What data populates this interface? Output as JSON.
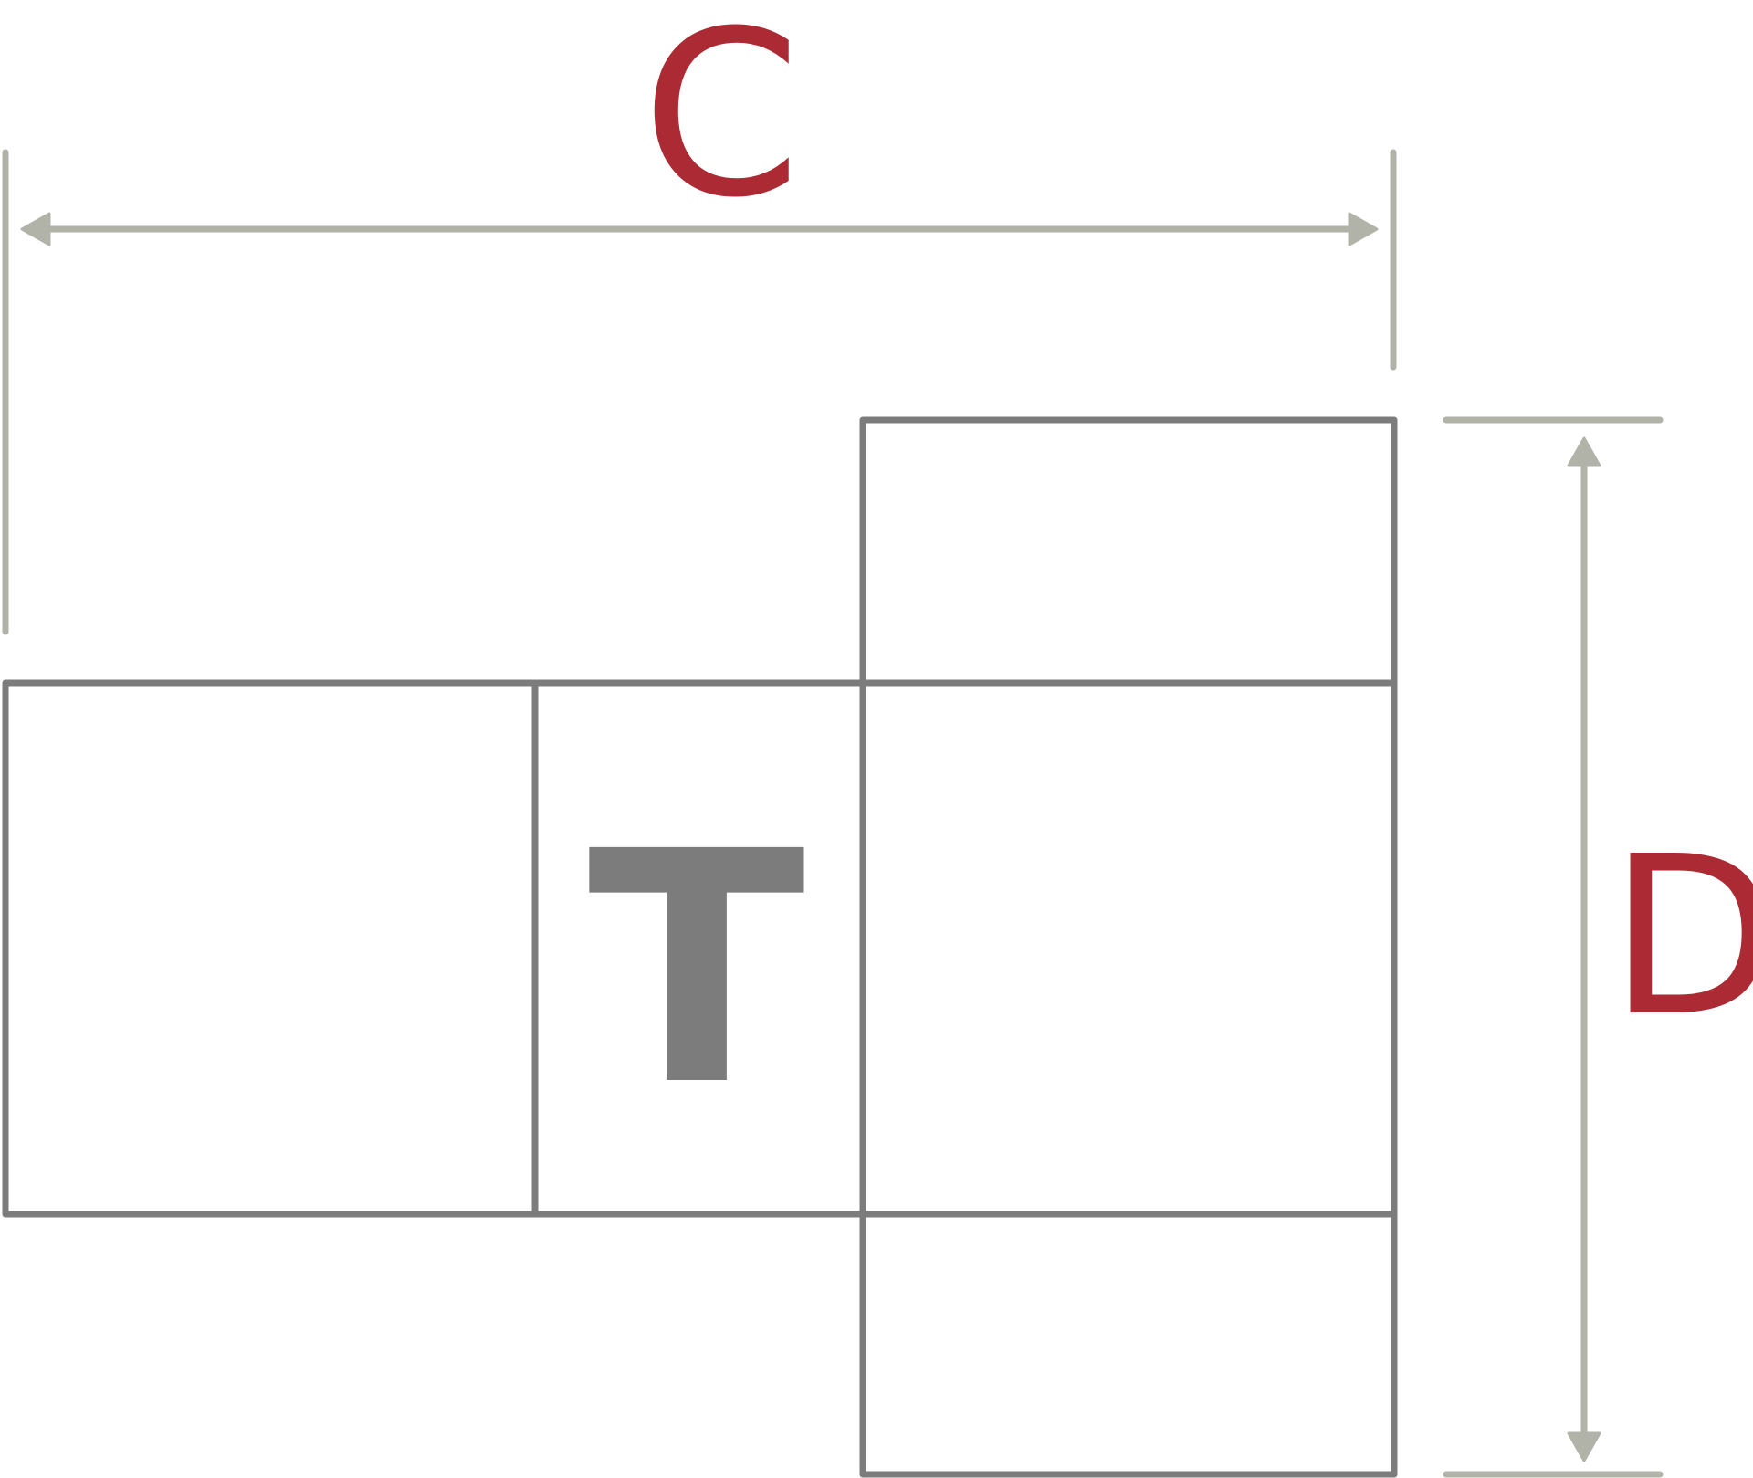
{
  "labels": {
    "width_label": "C",
    "depth_label": "D",
    "shape_label": "T"
  },
  "colors": {
    "outline": "#7c7c7c",
    "dimension": "#b1b2a8",
    "label_accent": "#ab2a33",
    "shape_letter": "#7c7c7c",
    "background": "#ffffff"
  }
}
